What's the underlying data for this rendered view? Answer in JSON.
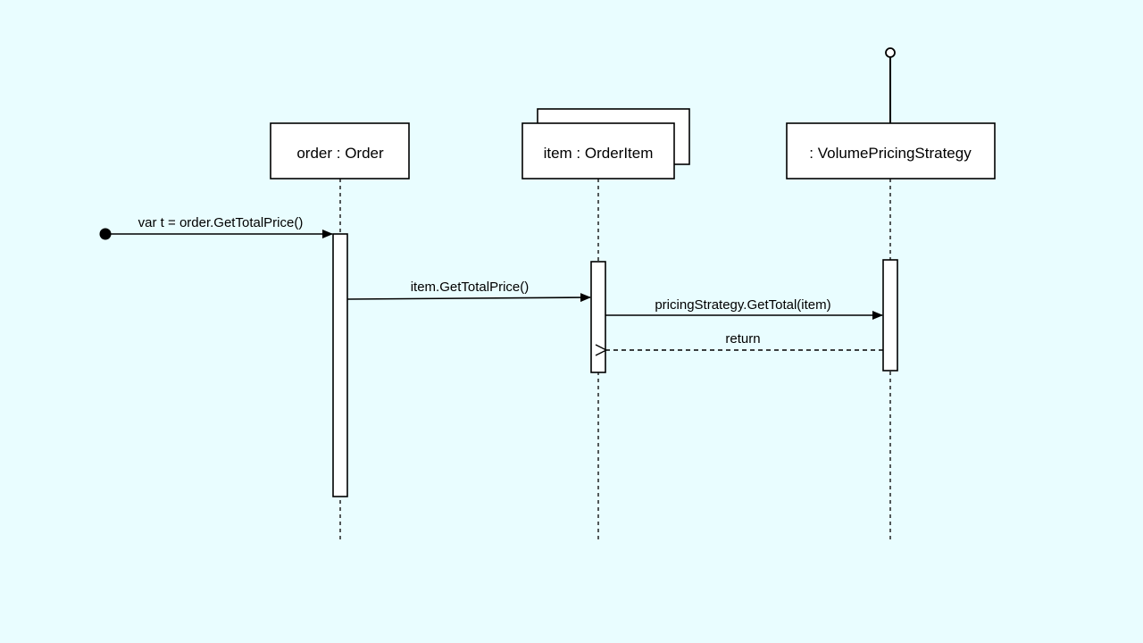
{
  "diagram": {
    "type": "sequence",
    "background_color": "#e9fdff",
    "line_color": "#000000",
    "box_fill_color": "#ffffff",
    "participants": [
      {
        "id": "order",
        "label": "order : Order",
        "multi_object": false,
        "has_interface_lollipop": false
      },
      {
        "id": "item",
        "label": "item : OrderItem",
        "multi_object": true,
        "has_interface_lollipop": false
      },
      {
        "id": "strategy",
        "label": ": VolumePricingStrategy",
        "multi_object": false,
        "has_interface_lollipop": true
      }
    ],
    "messages": [
      {
        "label": "var t = order.GetTotalPrice()",
        "from": "found",
        "to": "order",
        "kind": "found-sync-call"
      },
      {
        "label": "item.GetTotalPrice()",
        "from": "order",
        "to": "item",
        "kind": "sync-call"
      },
      {
        "label": "pricingStrategy.GetTotal(item)",
        "from": "item",
        "to": "strategy",
        "kind": "sync-call"
      },
      {
        "label": "return",
        "from": "strategy",
        "to": "item",
        "kind": "return"
      }
    ]
  }
}
